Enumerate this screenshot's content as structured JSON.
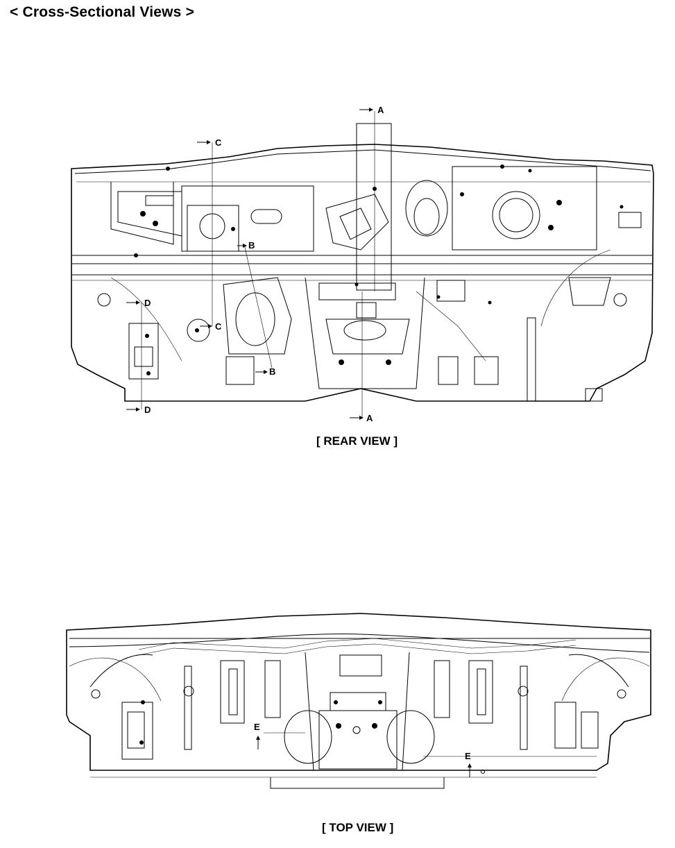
{
  "title": "< Cross-Sectional Views >",
  "views": {
    "rear": {
      "caption": "[ REAR VIEW ]"
    },
    "top": {
      "caption": "[ TOP VIEW ]"
    }
  },
  "section_markers": {
    "a": "A",
    "b": "B",
    "c": "C",
    "d": "D",
    "e": "E"
  }
}
